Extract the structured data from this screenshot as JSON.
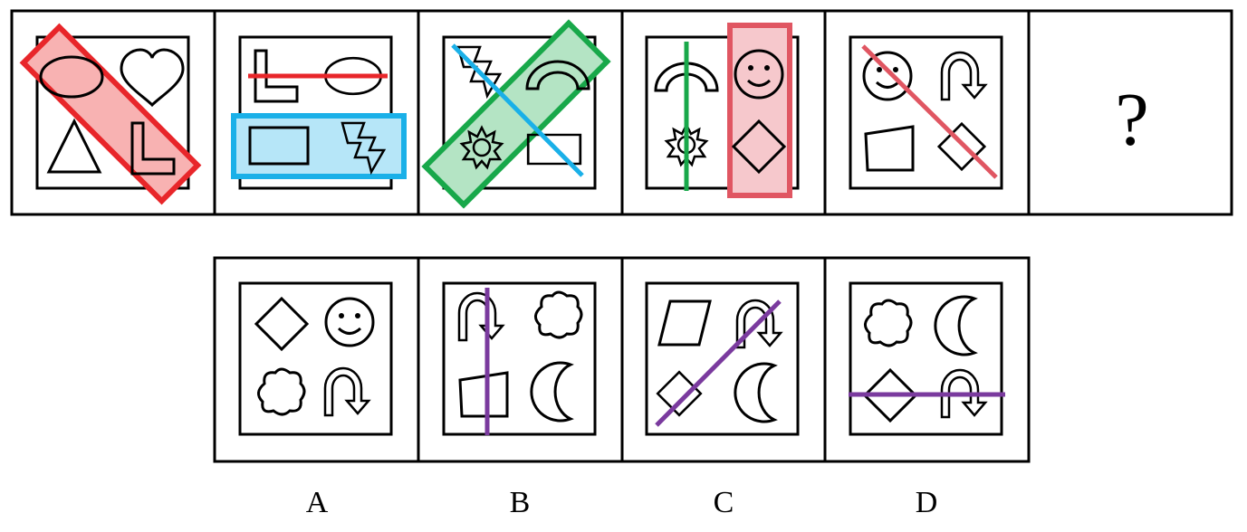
{
  "question": {
    "placeholder": "?"
  },
  "options": [
    {
      "label": "A"
    },
    {
      "label": "B"
    },
    {
      "label": "C"
    },
    {
      "label": "D"
    }
  ],
  "colors": {
    "red": "#e8262a",
    "red_fill": "#f8b2b2",
    "blue": "#1ab0e8",
    "blue_fill": "#b6e6f8",
    "green": "#18a84a",
    "green_fill": "#b4e4c4",
    "pink": "#e05662",
    "pink_fill": "#f6c8cc",
    "purple": "#7a3a9e",
    "outline": "#000000"
  }
}
